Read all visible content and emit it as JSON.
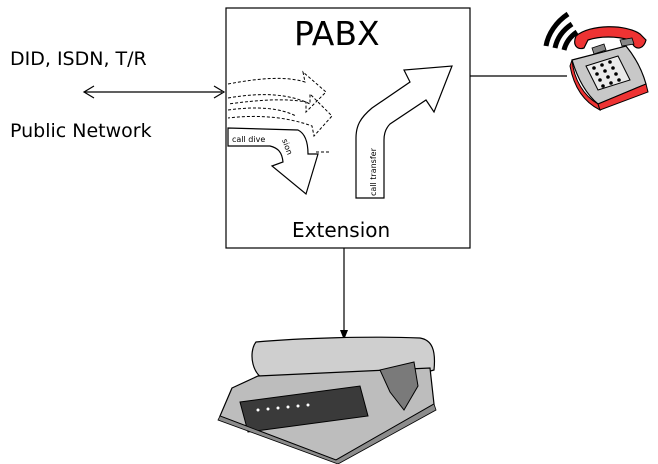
{
  "diagram": {
    "pabx_title": "PABX",
    "extension_label": "Extension",
    "line_types_label": "DID, ISDN, T/R",
    "network_label": "Public Network",
    "call_diversion_label": "call dive",
    "call_diversion_label_rotated": "sion",
    "call_transfer_label": "call transfer",
    "icons": [
      "telephone-icon",
      "modem-icon"
    ]
  }
}
